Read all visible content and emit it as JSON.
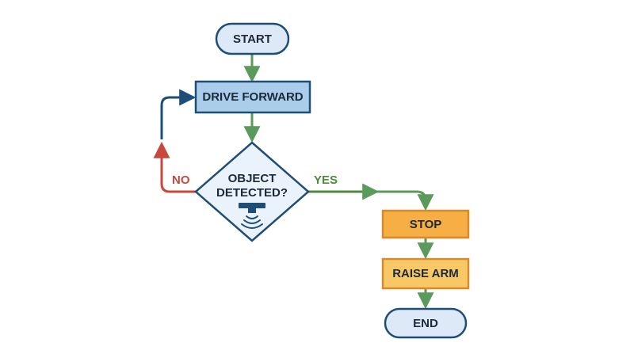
{
  "nodes": {
    "start": {
      "label": "START"
    },
    "drive_forward": {
      "label": "DRIVE FORWARD"
    },
    "decision": {
      "line1": "OBJECT",
      "line2": "DETECTED?"
    },
    "stop": {
      "label": "STOP"
    },
    "raise_arm": {
      "label": "RAISE ARM"
    },
    "end": {
      "label": "END"
    }
  },
  "branches": {
    "no": "NO",
    "yes": "YES"
  },
  "colors": {
    "flow_green": "#5a9a5a",
    "loop_blue": "#1e4d76",
    "no_red": "#c8493b",
    "yes_green": "#4f8a3c",
    "terminal_fill": "#dde9f7",
    "process_blue_fill": "#a9cdea",
    "diamond_fill": "#eaf2fb",
    "action_orange_fill": "#f6ae45",
    "action_light_orange_fill": "#f8c766",
    "outline": "#1e4d76",
    "orange_outline": "#d98b2b"
  },
  "icons": {
    "sensor": "proximity-sensor-icon"
  }
}
